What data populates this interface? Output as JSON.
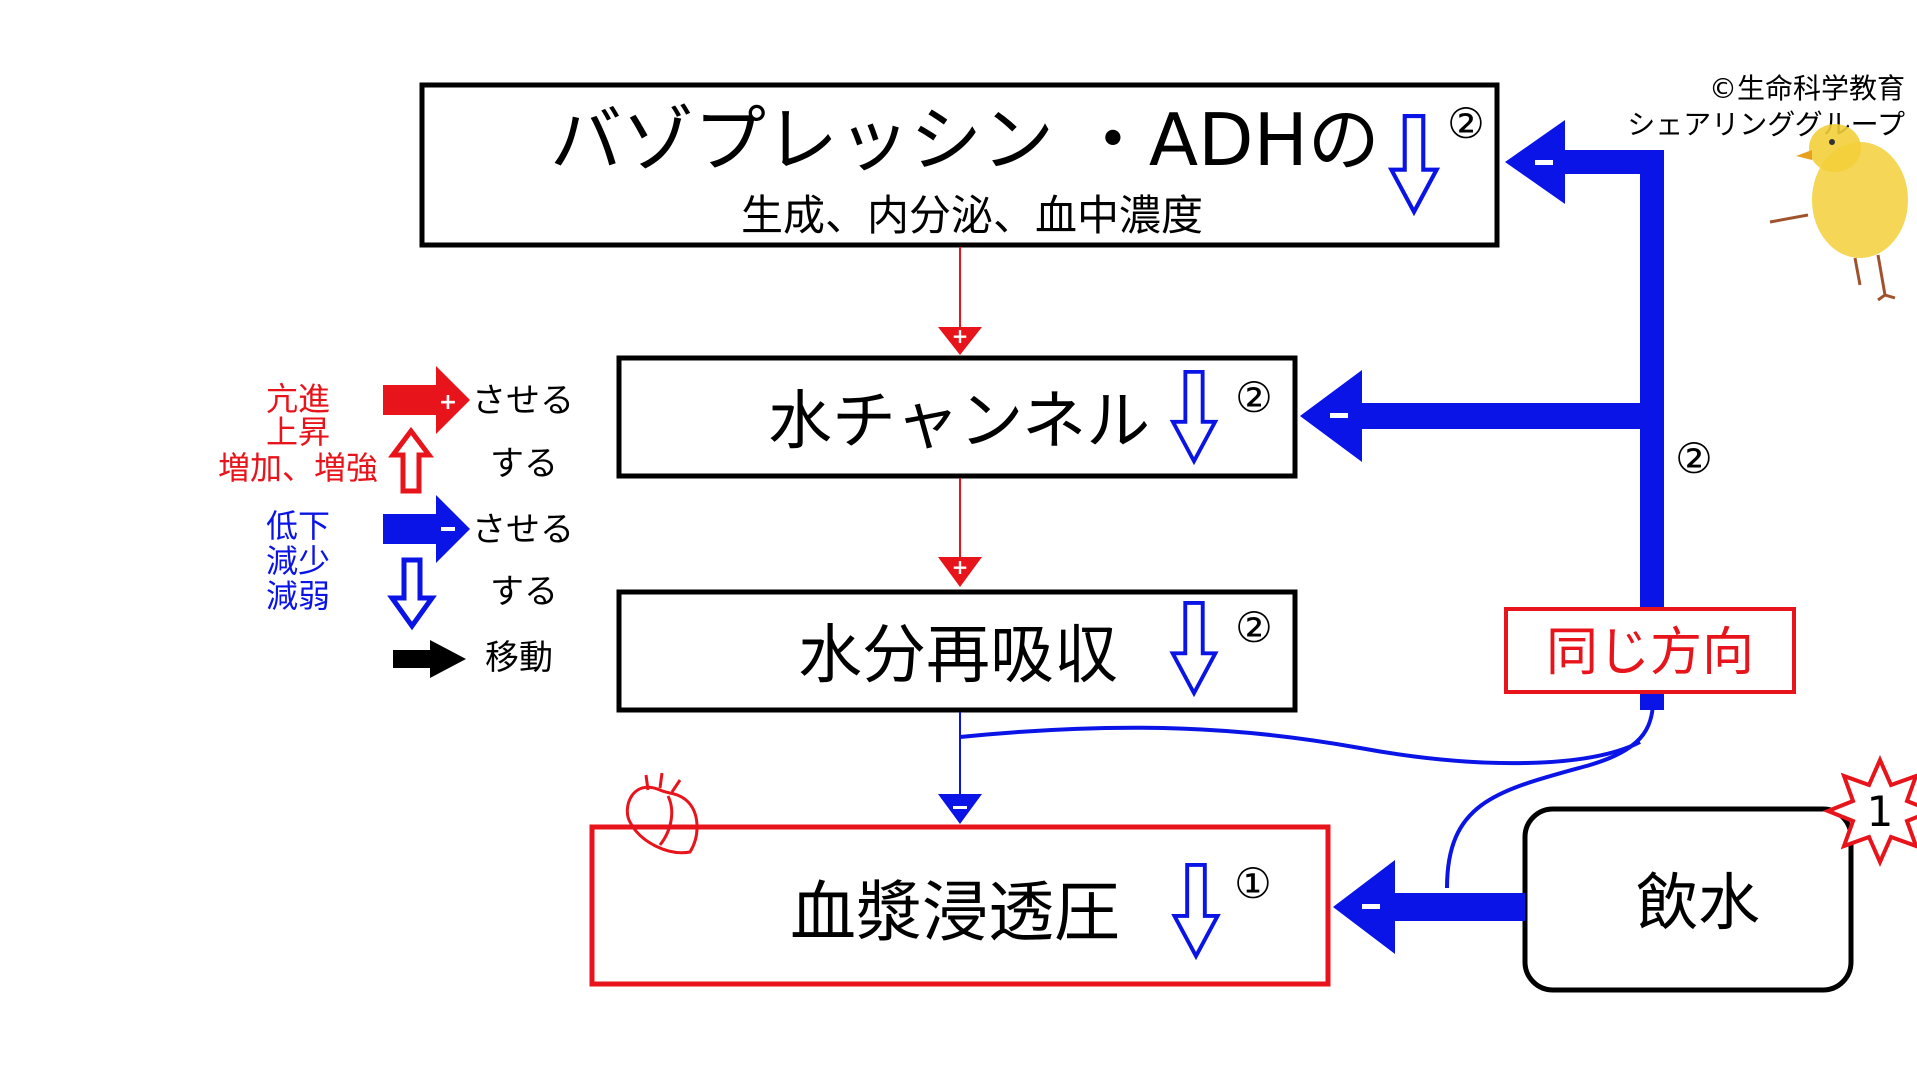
{
  "copyright": {
    "line1": "©生命科学教育",
    "line2": "シェアリンググループ"
  },
  "boxes": {
    "vasopressin": {
      "title": "バゾプレッシン ・ADHの",
      "subtitle": "生成、内分泌、血中濃度",
      "step": "②"
    },
    "water_channel": {
      "label": "水チャンネル",
      "step": "②"
    },
    "reabsorption": {
      "label": "水分再吸収",
      "step": "②"
    },
    "plasma_osmolality": {
      "label": "血漿浸透圧",
      "step": "①"
    },
    "drinking": {
      "label": "飲水",
      "burst": "1"
    },
    "same_direction": {
      "label": "同じ方向"
    }
  },
  "feedback_step": "②",
  "legend": {
    "increase_words": [
      "亢進",
      "上昇",
      "増加、増強"
    ],
    "decrease_words": [
      "低下",
      "減少",
      "減弱"
    ],
    "cause_label": "させる",
    "self_label": "する",
    "move_label": "移動"
  },
  "colors": {
    "red": "#e8141b",
    "blue": "#0a14e6",
    "black": "#000000"
  }
}
